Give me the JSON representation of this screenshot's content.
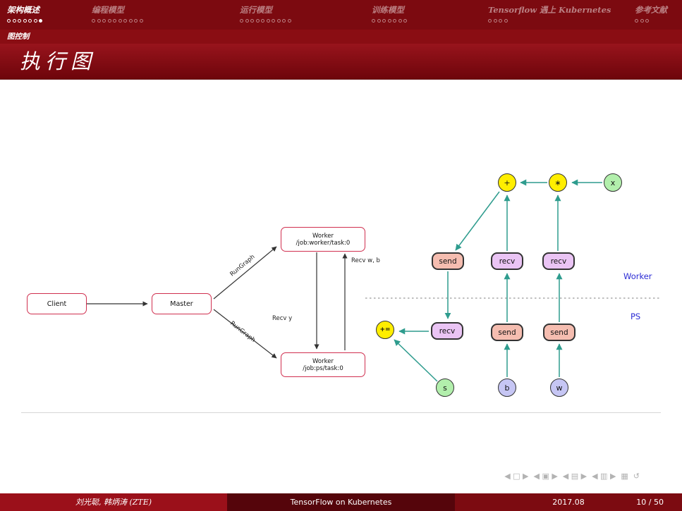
{
  "colors": {
    "maroon": "#7c0a10",
    "maroon-dark": "#6e050b",
    "maroon-light": "#98141c",
    "subsec": "#8a0d13",
    "footer-left": "#9b101a",
    "footer-mid": "#55050b",
    "footer-right": "#7c0b11",
    "box-border": "#d02f4f",
    "teal": "#2e9c8e",
    "node-yellow": "#ffee00",
    "node-green": "#b2efac",
    "node-lavender": "#c6c6f4",
    "box-salmon": "#f5bdb0",
    "box-violet": "#eac4f4",
    "blue-label": "#2b2bd4",
    "nav-sym": "#b3b3b3"
  },
  "header": {
    "sections": [
      {
        "label": "架构概述",
        "count": 7,
        "filled": 6,
        "active": true
      },
      {
        "label": "编程模型",
        "count": 10,
        "filled": -1,
        "active": false
      },
      {
        "label": "运行模型",
        "count": 10,
        "filled": -1,
        "active": false
      },
      {
        "label": "训练模型",
        "count": 7,
        "filled": -1,
        "active": false
      },
      {
        "label": "Tensorflow 遇上 Kubernetes",
        "count": 4,
        "filled": -1,
        "active": false
      },
      {
        "label": "参考文献",
        "count": 3,
        "filled": -1,
        "active": false
      }
    ],
    "subsection": "图控制",
    "frametitle": "执行图"
  },
  "flow": {
    "client": "Client",
    "master": "Master",
    "worker1_title": "Worker",
    "worker1_sub": "/job:worker/task:0",
    "worker2_title": "Worker",
    "worker2_sub": "/job:ps/task:0",
    "rungraph": "RunGraph",
    "recv_y": "Recv y",
    "recv_wb": "Recv w, b"
  },
  "graph": {
    "plus": "+",
    "star": "∗",
    "x": "x",
    "send": "send",
    "recv": "recv",
    "plus_eq": "+=",
    "s": "s",
    "b": "b",
    "w": "w",
    "worker_zone": "Worker",
    "ps_zone": "PS"
  },
  "navsymbols": "◀ □ ▶  ◀ ▣ ▶  ◀ ▤ ▶  ◀ ▥ ▶  ▦  ↺",
  "footer": {
    "authors": "刘光聪, 韩炳涛 (ZTE)",
    "title": "TensorFlow on Kubernetes",
    "date": "2017.08",
    "page": "10 / 50"
  }
}
